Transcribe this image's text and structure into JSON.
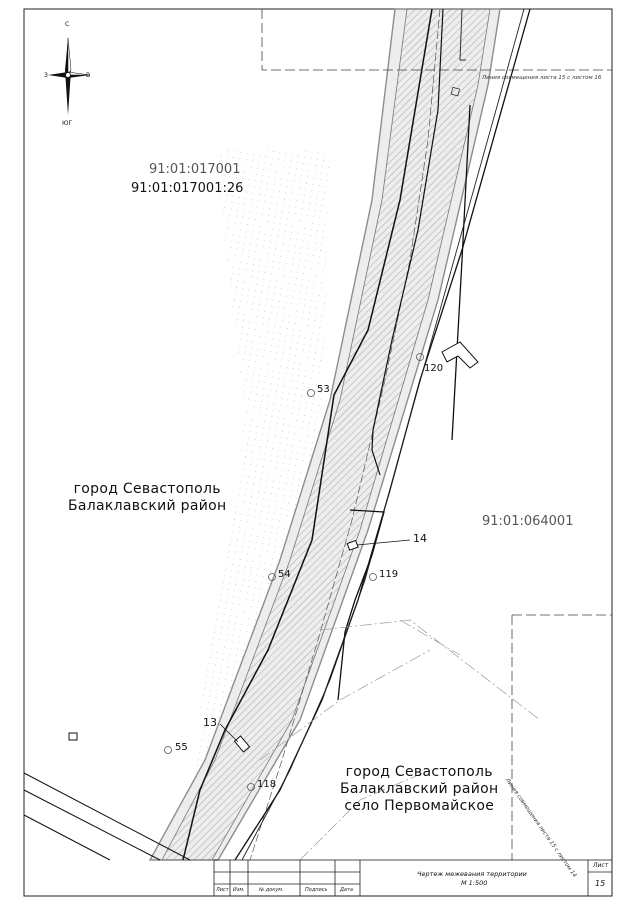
{
  "compass": {
    "north": "С",
    "south": "ЮГ",
    "west": "З",
    "east": "В"
  },
  "parcels": {
    "quarter_label_gray": "91:01:017001",
    "parcel_label": "91:01:017001:26",
    "quarter_label_right": "91:01:064001"
  },
  "points": {
    "p53": "53",
    "p54": "54",
    "p55": "55",
    "p118": "118",
    "p119": "119",
    "p120": "120",
    "p13": "13",
    "p14": "14"
  },
  "areas": {
    "left_line1": "город Севастополь",
    "left_line2": "Балаклавский район",
    "right_line1": "город Севастополь",
    "right_line2": "Балаклавский район",
    "right_line3": "село Первомайское"
  },
  "match_lines": {
    "top": "Линия совмещения листа 15 с листом 16",
    "right": "Линия совмещения листа 15 с листом 14"
  },
  "title_block": {
    "title": "Чертеж межевания территории",
    "scale": "М 1:500",
    "sheet_label": "Лист",
    "sheet_number": "15",
    "col_change": "Лист",
    "col_qty": "Изм.",
    "col_doc": "№ докум.",
    "col_sign": "Подпись",
    "col_date": "Дата"
  }
}
